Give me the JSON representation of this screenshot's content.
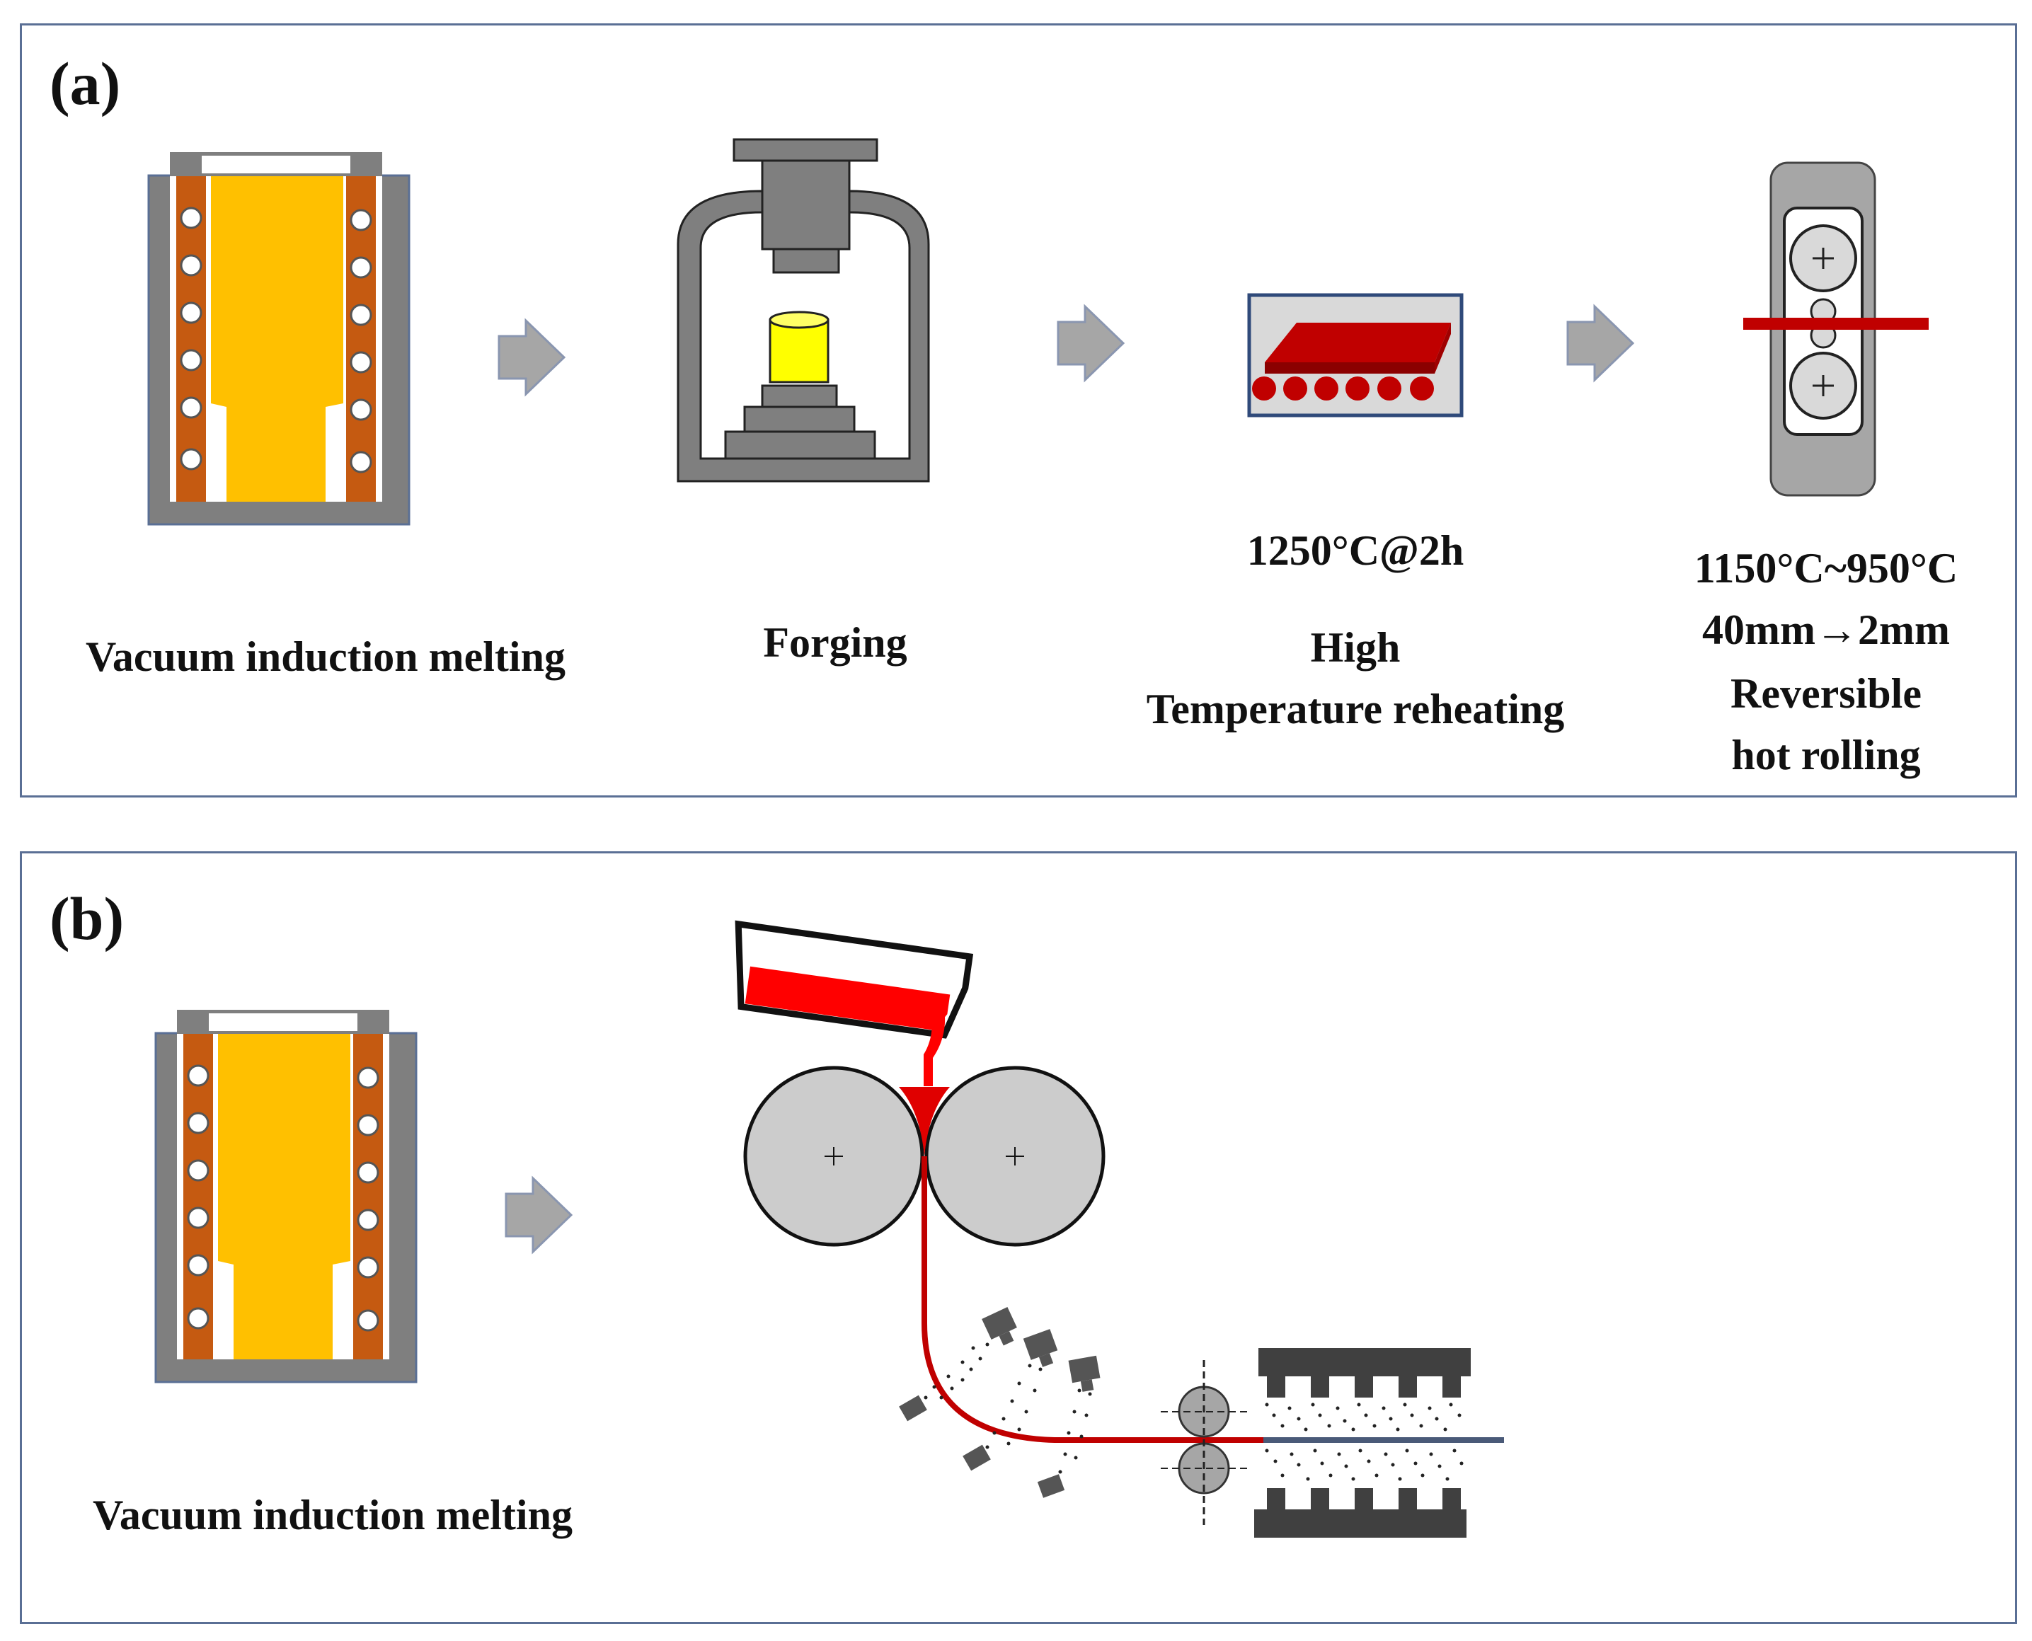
{
  "panel_a": {
    "label": "(a)",
    "steps": {
      "melting": "Vacuum induction melting",
      "forging": "Forging",
      "reheating": {
        "condition": "1250°C@2h",
        "name_line1": "High",
        "name_line2": "Temperature reheating"
      },
      "rolling": {
        "temperature": "1150°C~950°C",
        "thickness": "40mm→2mm",
        "name_line1": "Reversible",
        "name_line2": "hot rolling"
      }
    }
  },
  "panel_b": {
    "label": "(b)",
    "steps": {
      "melting": "Vacuum induction melting"
    }
  },
  "colors": {
    "frame": "#5a6f95",
    "furnace_wall": "#7f7f7f",
    "coil": "#c55a11",
    "melt": "#ffc000",
    "forge_billet": "#ffff00",
    "hot_steel": "#c00000",
    "molten_steel": "#ff0000",
    "roll": "#c8c8c8",
    "arrow": "#a6a6a6",
    "strip": "#4a5a78"
  }
}
